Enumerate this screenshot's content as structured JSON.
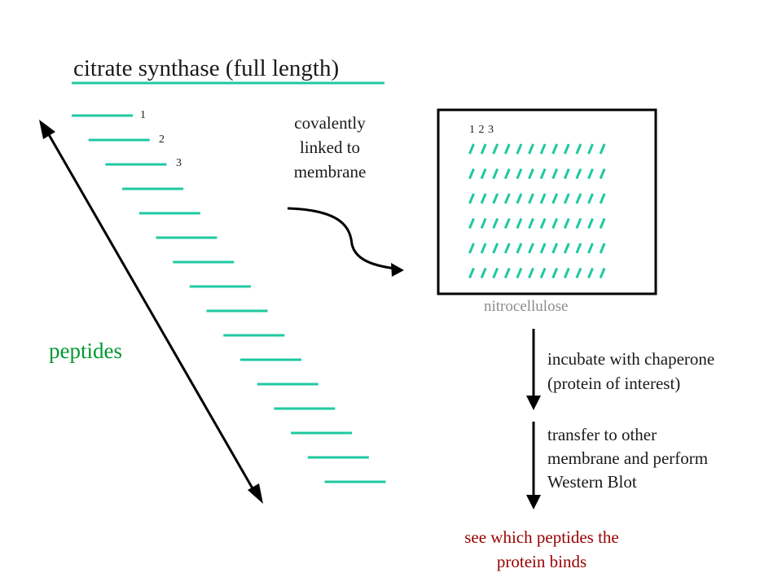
{
  "title": "citrate synthase  (full length)",
  "peptide_numbers": [
    "1",
    "2",
    "3"
  ],
  "peptides_label": "peptides",
  "covalently_label": [
    "covalently",
    "linked to",
    "membrane"
  ],
  "membrane_numbers": "1 2 3",
  "membrane_label": "nitrocellulose",
  "step1": [
    "incubate with chaperone",
    "(protein of interest)"
  ],
  "step2": [
    "transfer to other",
    "membrane and perform",
    "Western Blot"
  ],
  "result": [
    "see which peptides the",
    "protein binds"
  ],
  "peptide_count": 16,
  "spot_rows": 6,
  "spot_cols": 12,
  "colors": {
    "peptide": "#1fc9a0",
    "peptides_label": "#009933",
    "result": "#990000",
    "nitrocellulose_label": "#8c8c8c",
    "outline": "#000000"
  }
}
